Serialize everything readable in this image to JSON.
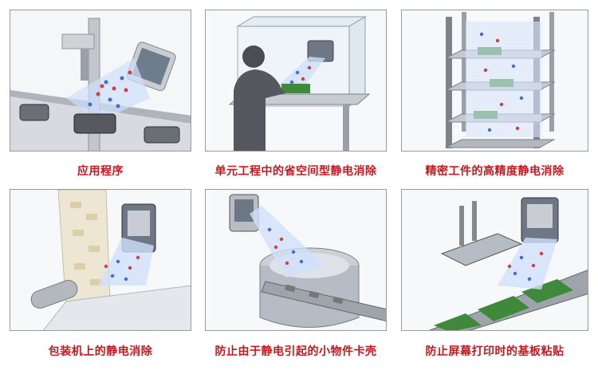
{
  "panels": [
    {
      "caption": "应用程序"
    },
    {
      "caption": "单元工程中的省空间型静电消除"
    },
    {
      "caption": "精密工件的高精度静电消除"
    },
    {
      "caption": "包装机上的静电消除"
    },
    {
      "caption": "防止由于静电引起的小物件卡壳"
    },
    {
      "caption": "防止屏幕打印时的基板粘贴"
    }
  ],
  "colors": {
    "caption": "#c8161d",
    "ion_blue": "#3c6fd8",
    "ion_red": "#d83c3c",
    "metal": "#b9bec4",
    "pcb": "#3f8a3a"
  }
}
